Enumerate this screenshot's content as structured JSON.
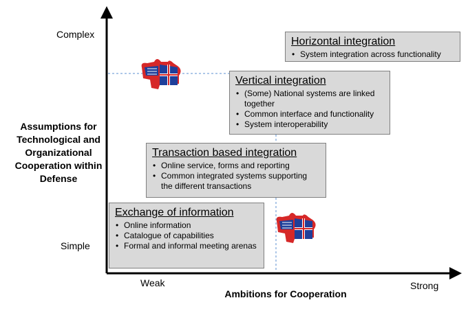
{
  "axes": {
    "y_title": "Assumptions for Technological and Organizational Cooperation within Defense",
    "y_top_label": "Complex",
    "y_bottom_label": "Simple",
    "x_title": "Ambitions for Cooperation",
    "x_left_label": "Weak",
    "x_right_label": "Strong"
  },
  "levels": [
    {
      "title": "Exchange of information",
      "items": [
        "Online information",
        "Catalogue of capabilities",
        "Formal and informal meeting arenas"
      ]
    },
    {
      "title": "Transaction based integration",
      "items": [
        "Online service, forms and reporting",
        "Common integrated systems supporting the different transactions"
      ]
    },
    {
      "title": "Vertical integration",
      "items": [
        "(Some) National systems are linked together",
        "Common interface and functionality",
        "System interoperability"
      ]
    },
    {
      "title": "Horizontal integration",
      "items": [
        "System integration across functionality"
      ]
    }
  ],
  "markers": [
    {
      "icon": "flag-puzzle-icon",
      "position_desc": "upper-left at complex level"
    },
    {
      "icon": "flag-puzzle-icon",
      "position_desc": "lower-right at strong ambition"
    }
  ],
  "colors": {
    "box_fill": "#d9d9d9",
    "box_border": "#7f7f7f",
    "guide_line": "#5b8fd1",
    "flag_red": "#d62828",
    "flag_blue": "#1f3f9a",
    "flag_white": "#ffffff"
  }
}
